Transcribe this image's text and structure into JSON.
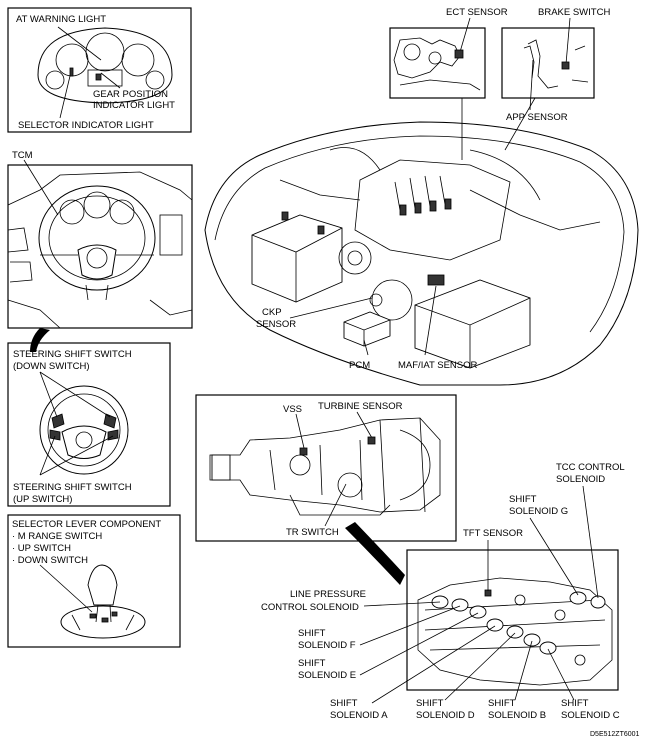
{
  "labels": {
    "at_warning_light": "AT WARNING LIGHT",
    "gear_position_1": "GEAR POSITION",
    "gear_position_2": "INDICATOR LIGHT",
    "selector_indicator": "SELECTOR INDICATOR LIGHT",
    "tcm": "TCM",
    "ect_sensor": "ECT SENSOR",
    "brake_switch": "BRAKE SWITCH",
    "app_sensor": "APP SENSOR",
    "ckp_1": "CKP",
    "ckp_2": "SENSOR",
    "pcm": "PCM",
    "maf_iat": "MAF/IAT SENSOR",
    "steering_down_1": "STEERING SHIFT SWITCH",
    "steering_down_2": "(DOWN SWITCH)",
    "steering_up_1": "STEERING SHIFT SWITCH",
    "steering_up_2": "(UP SWITCH)",
    "vss": "VSS",
    "turbine_sensor": "TURBINE SENSOR",
    "tr_switch": "TR SWITCH",
    "selector_lever_title": "SELECTOR LEVER COMPONENT",
    "selector_lever_items": [
      "· M RANGE SWITCH",
      "· UP SWITCH",
      "· DOWN SWITCH"
    ],
    "tcc_1": "TCC CONTROL",
    "tcc_2": "SOLENOID",
    "shift_g_1": "SHIFT",
    "shift_g_2": "SOLENOID G",
    "tft_sensor": "TFT SENSOR",
    "line_pressure_1": "LINE PRESSURE",
    "line_pressure_2": "CONTROL SOLENOID",
    "shift_f_1": "SHIFT",
    "shift_f_2": "SOLENOID F",
    "shift_e_1": "SHIFT",
    "shift_e_2": "SOLENOID E",
    "shift_a_1": "SHIFT",
    "shift_a_2": "SOLENOID A",
    "shift_d_1": "SHIFT",
    "shift_d_2": "SOLENOID D",
    "shift_b_1": "SHIFT",
    "shift_b_2": "SOLENOID B",
    "shift_c_1": "SHIFT",
    "shift_c_2": "SOLENOID C",
    "figure_code": "D5E512ZT6001"
  }
}
